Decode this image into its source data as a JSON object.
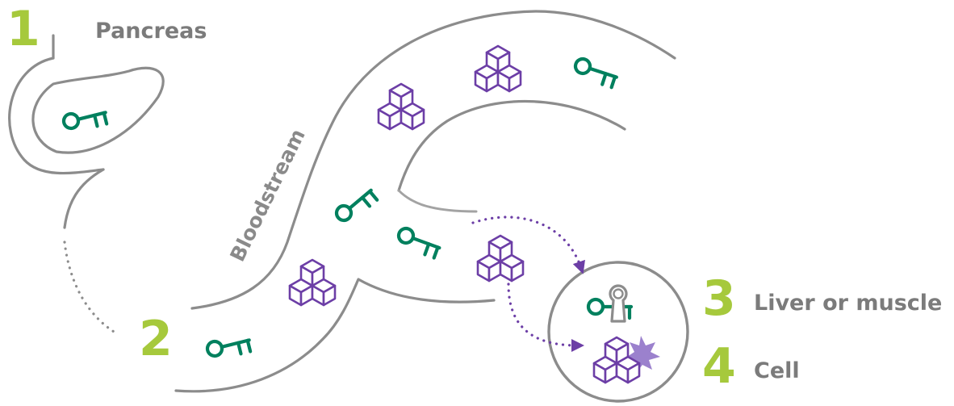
{
  "steps": [
    {
      "number": "1",
      "label": "Pancreas"
    },
    {
      "number": "2",
      "label": ""
    },
    {
      "number": "3",
      "label": "Liver or muscle"
    },
    {
      "number": "4",
      "label": "Cell"
    }
  ],
  "bloodstream_label": "Bloodstream",
  "colors": {
    "number_green": "#a6c93c",
    "key_green": "#00805e",
    "glucose_purple": "#6c3ea6",
    "outline_gray": "#8c8c8c",
    "label_gray": "#7b7b7b"
  },
  "icons": {
    "key": "insulin-key-icon",
    "glucose": "glucose-cubes-icon",
    "lock": "keyhole-lock-icon",
    "burst": "energy-burst-icon"
  }
}
